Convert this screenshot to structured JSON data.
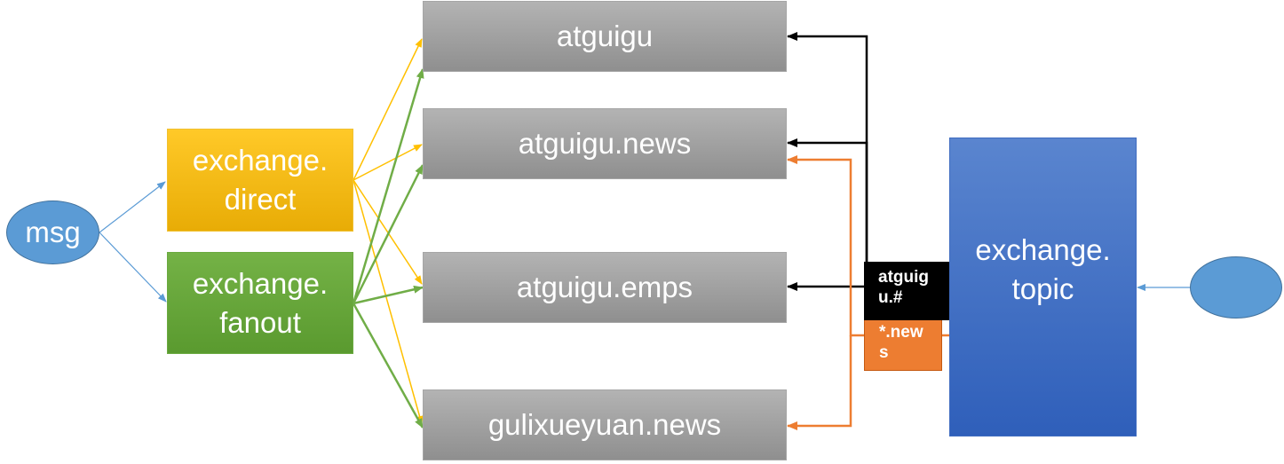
{
  "producer": {
    "label": "msg"
  },
  "exchanges": {
    "direct": {
      "line1": "exchange.",
      "line2": "direct"
    },
    "fanout": {
      "line1": "exchange.",
      "line2": "fanout"
    },
    "topic": {
      "line1": "exchange.",
      "line2": "topic"
    }
  },
  "queues": [
    {
      "label": "atguigu"
    },
    {
      "label": "atguigu.news"
    },
    {
      "label": "atguigu.emps"
    },
    {
      "label": "gulixueyuan.news"
    }
  ],
  "routing_keys": {
    "black": {
      "line1": "atguig",
      "line2": "u.#"
    },
    "orange": {
      "line1": "*.new",
      "line2": "s"
    }
  },
  "colors": {
    "direct": "#ffc000",
    "fanout": "#70ad47",
    "topic": "#4472c4",
    "producer": "#5b9bd5",
    "queue": "#a6a6a6",
    "edge_producer": "#5b9bd5",
    "edge_direct": "#ffc000",
    "edge_fanout": "#70ad47",
    "edge_hash": "#000000",
    "edge_news": "#ed7d31"
  }
}
